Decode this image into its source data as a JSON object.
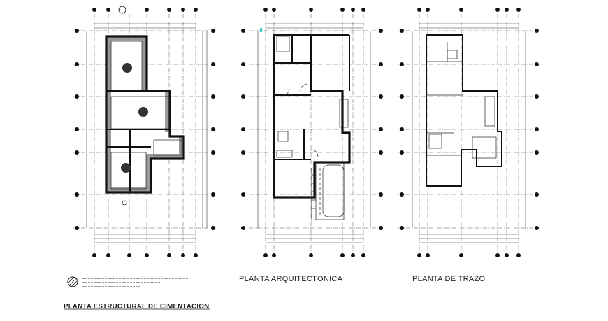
{
  "titles": {
    "architectural_plan": "PLANTA ARQUITECTONICA",
    "layout_plan": "PLANTA DE TRAZO",
    "foundation_plan": "PLANTA ESTRUCTURAL DE CIMENTACION"
  },
  "colors": {
    "line": "#111111",
    "background": "#ffffff",
    "accent_marker": "#33cccc"
  }
}
